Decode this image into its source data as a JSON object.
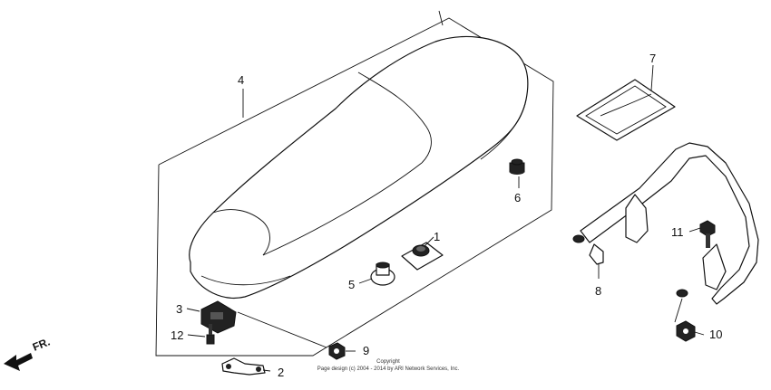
{
  "callouts": {
    "c1": "1",
    "c2": "2",
    "c3": "3",
    "c4": "4",
    "c5": "5",
    "c6": "6",
    "c7": "7",
    "c8": "8",
    "c9": "9",
    "c10": "10",
    "c11": "11",
    "c12": "12"
  },
  "direction_label": "FR.",
  "copyright": {
    "line1": "Copyright",
    "line2": "Page design (c) 2004 - 2014 by ARI Network Services, Inc."
  }
}
